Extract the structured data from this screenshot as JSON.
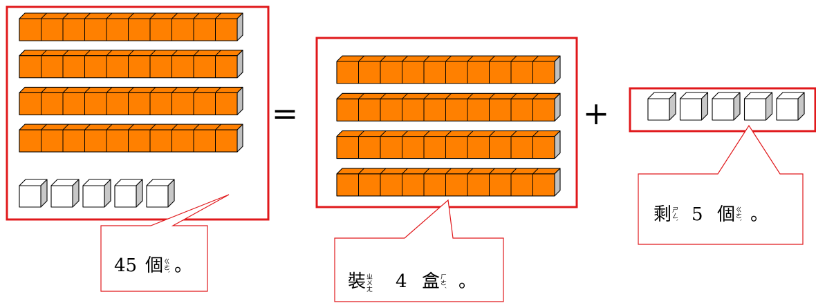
{
  "colors": {
    "frame": "#e0181b",
    "rod_face": "#ff8000",
    "rod_side": "#c0c0c0",
    "cube_face": "#ffffff",
    "cube_side": "#c8c8c8",
    "line": "#000000"
  },
  "operators": {
    "equals": "=",
    "plus": "+"
  },
  "groups": [
    {
      "id": "total",
      "rods_of_ten": 4,
      "single_cubes": 5
    },
    {
      "id": "boxes",
      "rods_of_ten": 4,
      "single_cubes": 0
    },
    {
      "id": "remainder",
      "rods_of_ten": 0,
      "single_cubes": 5
    }
  ],
  "callouts": {
    "total": {
      "number": "45",
      "char": "個",
      "ruby": "ㄍㄜˋ",
      "end": "。"
    },
    "boxes": {
      "char1": "裝",
      "ruby1": "ㄓㄨㄤ",
      "number": "4",
      "char2": "盒",
      "ruby2": "ㄏㄜˊ",
      "end": "。"
    },
    "remainder": {
      "char1": "剩",
      "ruby1": "ㄕㄥˋ",
      "number": "5",
      "char2": "個",
      "ruby2": "ㄍㄜˋ",
      "end": "。"
    }
  }
}
